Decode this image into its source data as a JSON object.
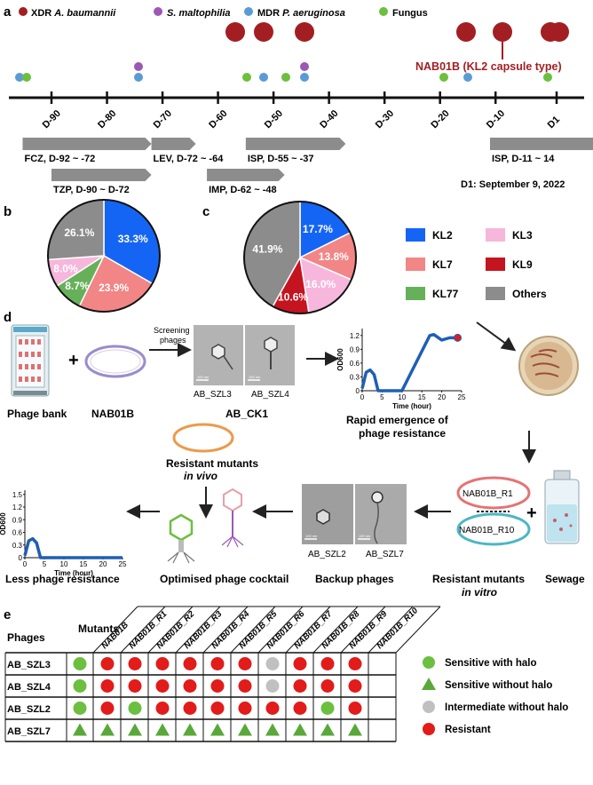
{
  "panel_labels": {
    "a": "a",
    "b": "b",
    "c": "c",
    "d": "d",
    "e": "e"
  },
  "panel_a": {
    "legend": [
      {
        "name": "XDR",
        "italic": "A. baumannii",
        "color": "#a31e22"
      },
      {
        "name": "",
        "italic": "S. maltophilia",
        "color": "#9b59b6"
      },
      {
        "name": "MDR",
        "italic": "P. aeruginosa",
        "color": "#5b9bd5"
      },
      {
        "name": "Fungus",
        "italic": "",
        "color": "#6cbf3f"
      }
    ],
    "ticks": [
      "D-90",
      "D-80",
      "D-70",
      "D-60",
      "D-50",
      "D-40",
      "D-30",
      "D-20",
      "D-10",
      "D1"
    ],
    "highlight_label": "NAB01B (KL2 capsule type)",
    "drugs": [
      {
        "label": "FCZ, D-92 ~ -72",
        "start": -92,
        "end": -72,
        "row": 0
      },
      {
        "label": "LEV, D-72 ~ -64",
        "start": -72,
        "end": -64,
        "row": 0
      },
      {
        "label": "ISP, D-55 ~ -37",
        "start": -55,
        "end": -37,
        "row": 0
      },
      {
        "label": "ISP, D-11 ~ 14",
        "start": -11,
        "end": 14,
        "row": 0
      },
      {
        "label": "TZP, D-90 ~ D-72",
        "start": -90,
        "end": -72,
        "row": 1
      },
      {
        "label": "IMP, D-62 ~ -48",
        "start": -62,
        "end": -48,
        "row": 1
      }
    ],
    "date_note": "D1: September 9, 2022"
  },
  "pie_legend": [
    {
      "label": "KL2",
      "color": "#1565f5"
    },
    {
      "label": "KL3",
      "color": "#f7b6dc"
    },
    {
      "label": "KL7",
      "color": "#f28585"
    },
    {
      "label": "KL9",
      "color": "#c4141f"
    },
    {
      "label": "KL77",
      "color": "#66b05a"
    },
    {
      "label": "Others",
      "color": "#8c8c8c"
    }
  ],
  "chart_data": [
    {
      "type": "pie",
      "slices": [
        {
          "label": "KL2",
          "value": 33.3,
          "text": "33.3%",
          "color": "#1565f5"
        },
        {
          "label": "KL7",
          "value": 23.9,
          "text": "23.9%",
          "color": "#f28585"
        },
        {
          "label": "KL77",
          "value": 8.7,
          "text": "8.7%",
          "color": "#66b05a"
        },
        {
          "label": "KL3",
          "value": 8.0,
          "text": "8.0%",
          "color": "#f7b6dc"
        },
        {
          "label": "Others",
          "value": 26.1,
          "text": "26.1%",
          "color": "#8c8c8c"
        }
      ]
    },
    {
      "type": "pie",
      "slices": [
        {
          "label": "KL2",
          "value": 17.7,
          "text": "17.7%",
          "color": "#1565f5"
        },
        {
          "label": "KL7",
          "value": 13.8,
          "text": "13.8%",
          "color": "#f28585"
        },
        {
          "label": "KL3",
          "value": 16.0,
          "text": "16.0%",
          "color": "#f7b6dc"
        },
        {
          "label": "KL9",
          "value": 10.6,
          "text": "10.6%",
          "color": "#c4141f"
        },
        {
          "label": "Others",
          "value": 41.9,
          "text": "41.9%",
          "color": "#8c8c8c"
        }
      ]
    },
    {
      "type": "line",
      "xlabel": "Time (hour)",
      "ylabel": "OD600",
      "xticks": [
        0,
        5,
        10,
        15,
        20,
        25
      ],
      "yticks": [
        0,
        0.3,
        0.6,
        0.9,
        1.2
      ],
      "x": [
        0,
        1,
        2,
        3,
        4,
        8,
        10,
        17,
        18,
        20,
        22,
        24
      ],
      "y": [
        0.05,
        0.4,
        0.45,
        0.35,
        0.0,
        0.0,
        0.0,
        1.2,
        1.22,
        1.1,
        1.15,
        1.15
      ]
    },
    {
      "type": "line",
      "xlabel": "Time (hour)",
      "ylabel": "OD600",
      "xticks": [
        0,
        5,
        10,
        15,
        20,
        25
      ],
      "yticks": [
        0,
        0.3,
        0.6,
        0.9,
        1.2,
        1.5
      ],
      "x": [
        0,
        1,
        2,
        3,
        4,
        10,
        15,
        20,
        25
      ],
      "y": [
        0.05,
        0.4,
        0.45,
        0.35,
        0.0,
        0.0,
        0.0,
        0.0,
        0.0
      ]
    }
  ],
  "panel_d": {
    "phage_bank": "Phage bank",
    "nab": "NAB01B",
    "screening": [
      "Screening",
      "phages"
    ],
    "em1_labels": [
      "AB_SZL3",
      "AB_SZL4"
    ],
    "ab_ck1": "AB_CK1",
    "rapid": [
      "Rapid emergence of",
      "phage resistance"
    ],
    "resistant_vivo": [
      "Resistant mutants",
      "in vivo"
    ],
    "r1": "NAB01B_R1",
    "r10": "NAB01B_R10",
    "em2_labels": [
      "AB_SZL2",
      "AB_SZL7"
    ],
    "scalebar": "100 nm",
    "bottom": [
      "Less phage resistance",
      "Optimised phage cocktail",
      "Backup phages",
      "Resistant mutants",
      "in vitro",
      "Sewage"
    ]
  },
  "panel_e": {
    "mutants_label": "Mutants",
    "phages_label": "Phages",
    "columns": [
      "NAB01B",
      "NAB01B_R1",
      "NAB01B_R2",
      "NAB01B_R3",
      "NAB01B_R4",
      "NAB01B_R5",
      "NAB01B_R6",
      "NAB01B_R7",
      "NAB01B_R8",
      "NAB01B_R9",
      "NAB01B_R10"
    ],
    "rows": [
      {
        "phage": "AB_SZL3",
        "cells": [
          "G",
          "R",
          "R",
          "R",
          "R",
          "R",
          "R",
          "Y",
          "R",
          "R",
          "R"
        ]
      },
      {
        "phage": "AB_SZL4",
        "cells": [
          "G",
          "R",
          "R",
          "R",
          "R",
          "R",
          "R",
          "Y",
          "R",
          "R",
          "R"
        ]
      },
      {
        "phage": "AB_SZL2",
        "cells": [
          "G",
          "R",
          "G",
          "R",
          "R",
          "R",
          "R",
          "R",
          "R",
          "G",
          "R"
        ]
      },
      {
        "phage": "AB_SZL7",
        "cells": [
          "T",
          "T",
          "T",
          "T",
          "T",
          "T",
          "T",
          "T",
          "T",
          "T",
          "T"
        ]
      }
    ],
    "legend": [
      {
        "key": "G",
        "label": "Sensitive with halo"
      },
      {
        "key": "T",
        "label": "Sensitive without halo"
      },
      {
        "key": "Y",
        "label": "Intermediate without halo"
      },
      {
        "key": "R",
        "label": "Resistant"
      }
    ],
    "colors": {
      "G": "#6cbf3f",
      "T": "#5aa83a",
      "Y": "#c0c0c0",
      "R": "#e21b1b"
    }
  }
}
